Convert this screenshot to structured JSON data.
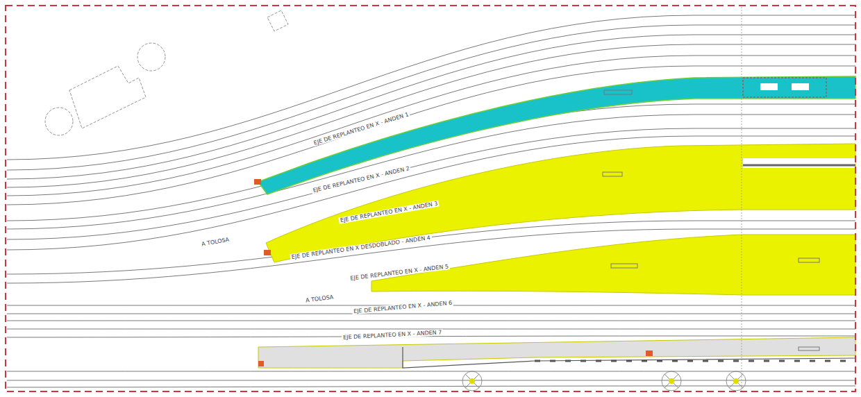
{
  "diagram": {
    "labels": [
      "EJE DE REPLANTEO EN X - ANDEN 1",
      "EJE DE REPLANTEO EN X - ANDEN 2",
      "EJE DE REPLANTEO EN X - ANDEN 3",
      "A TOLOSA",
      "EJE DE REPLANTEO EN X DESDOBLADO - ANDEN 4",
      "EJE DE REPLANTEO EN X - ANDEN 5",
      "A TOLOSA",
      "EJE DE REPLANTEO EN X - ANDEN 6",
      "EJE DE REPLANTEO EN X - ANDEN 7"
    ]
  }
}
